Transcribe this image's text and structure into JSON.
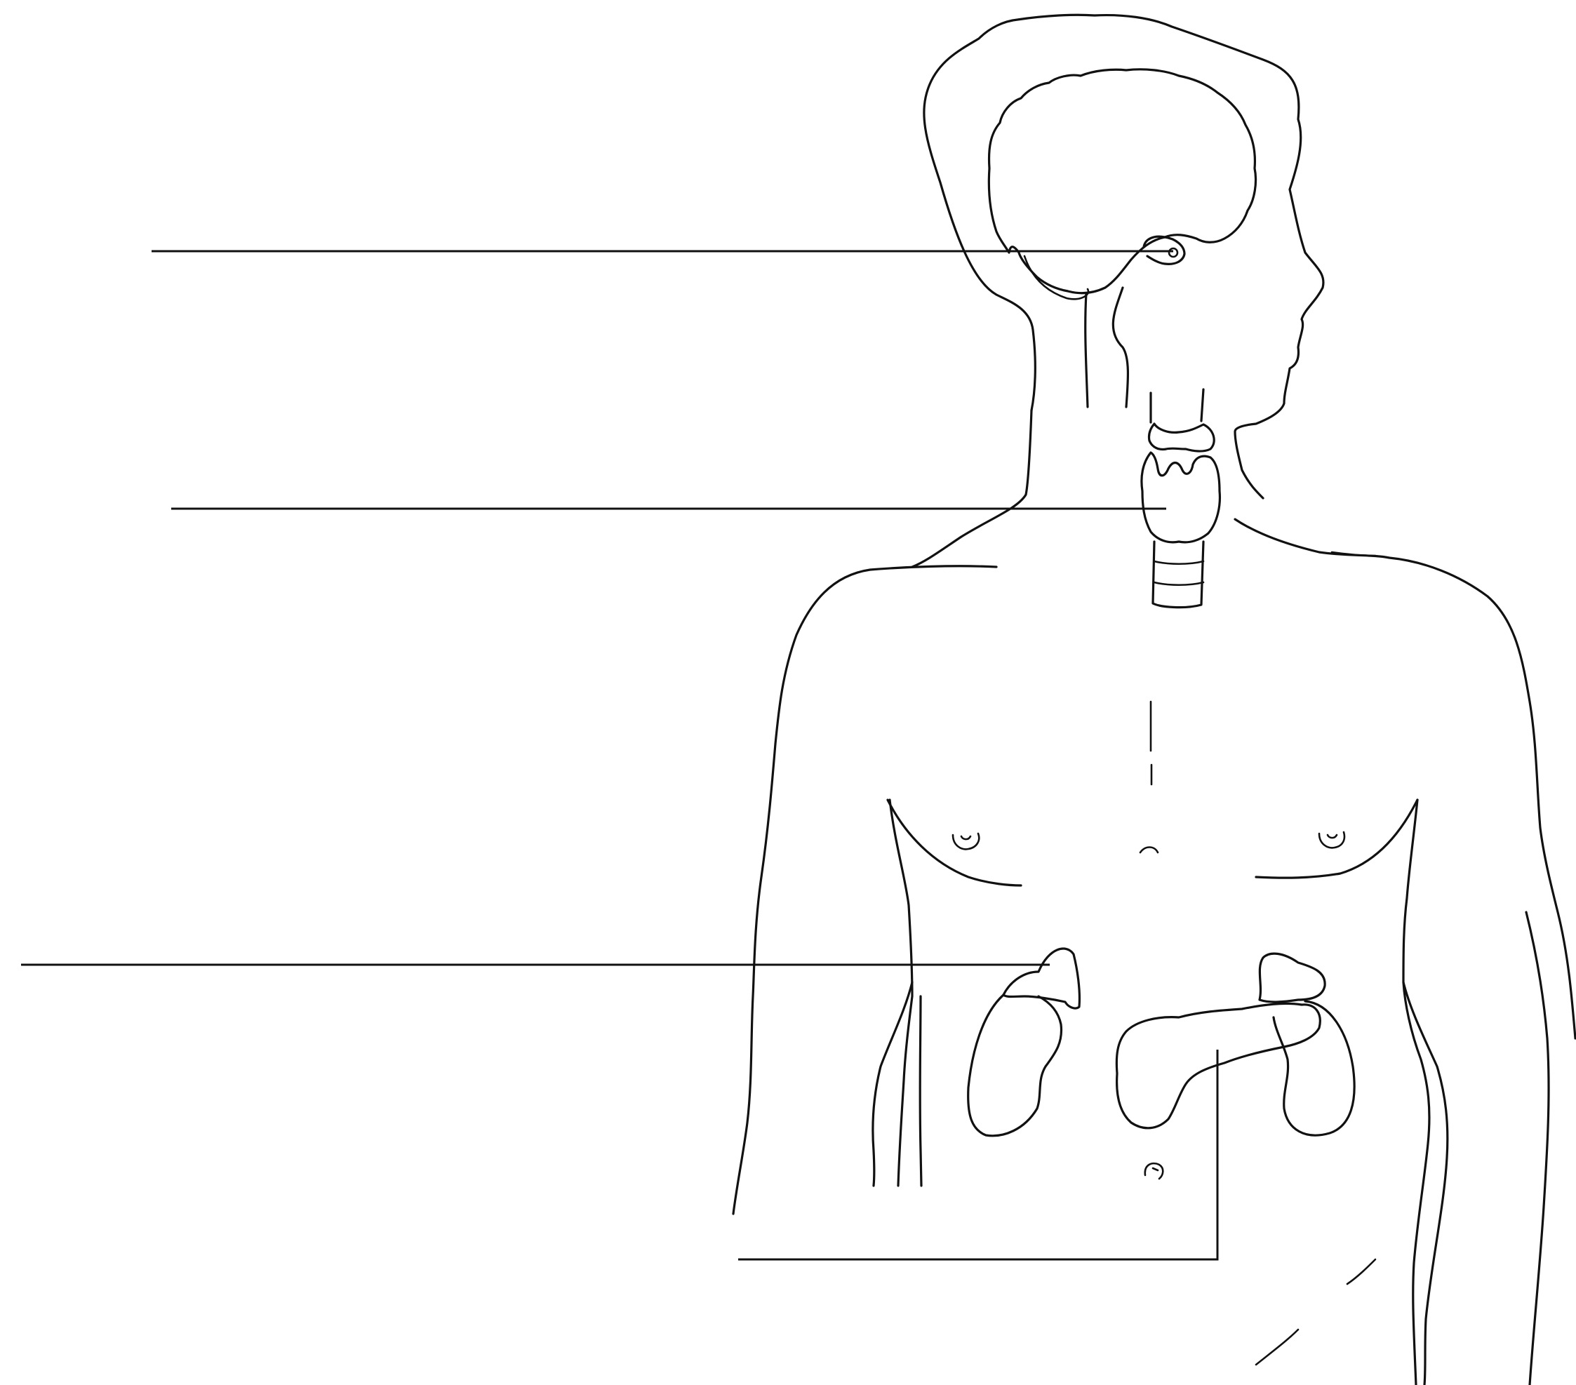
{
  "diagram": {
    "title": "",
    "labels": [
      {
        "id": "pituitary",
        "text": ""
      },
      {
        "id": "thyroid",
        "text": ""
      },
      {
        "id": "adrenal",
        "text": ""
      },
      {
        "id": "pancreas",
        "text": ""
      }
    ],
    "colors": {
      "outline": "#111111",
      "background": "#ffffff"
    }
  }
}
